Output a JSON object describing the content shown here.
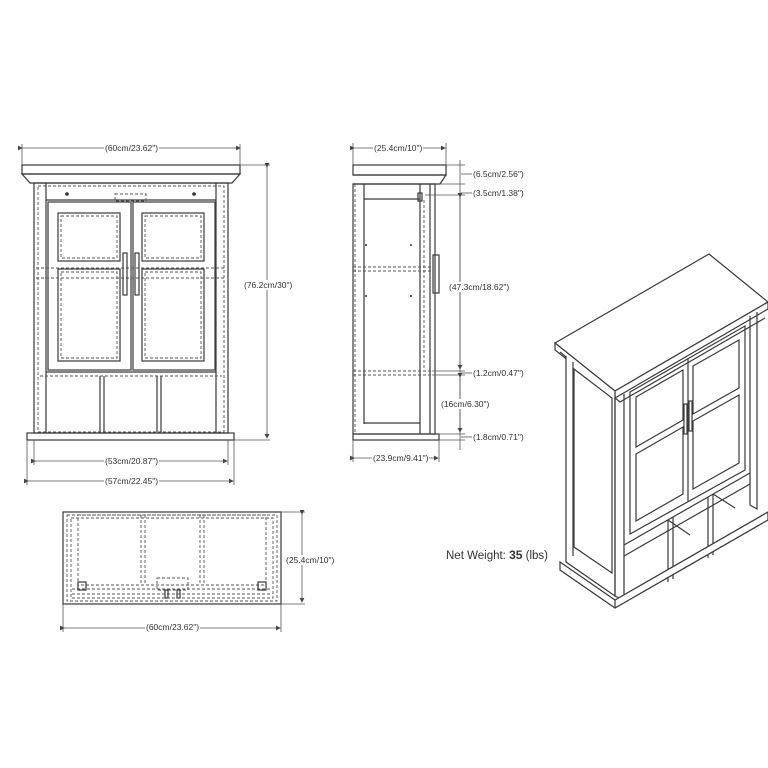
{
  "front_view": {
    "overall_width": "(60cm/23.62\")",
    "overall_height": "(76.2cm/30\")",
    "inner_width": "(53cm/20.87\")",
    "base_width": "(57cm/22.45\")"
  },
  "side_view": {
    "depth_top": "(25.4cm/10\")",
    "crown_height": "(6.5cm/2.56\")",
    "top_rail_height": "(3.5cm/1.38\")",
    "door_height": "(47.3cm/18.62\")",
    "shelf_thickness": "(1.2cm/0.47\")",
    "cubby_height": "(16cm/6.30\")",
    "base_height": "(1.8cm/0.71\")",
    "depth_body": "(23.9cm/9.41\")"
  },
  "top_view": {
    "depth": "(25.4cm/10\")",
    "width": "(60cm/23.62\")"
  },
  "product": {
    "net_weight_label": "Net Weight:",
    "net_weight_value": "35",
    "net_weight_unit": "(lbs)"
  }
}
